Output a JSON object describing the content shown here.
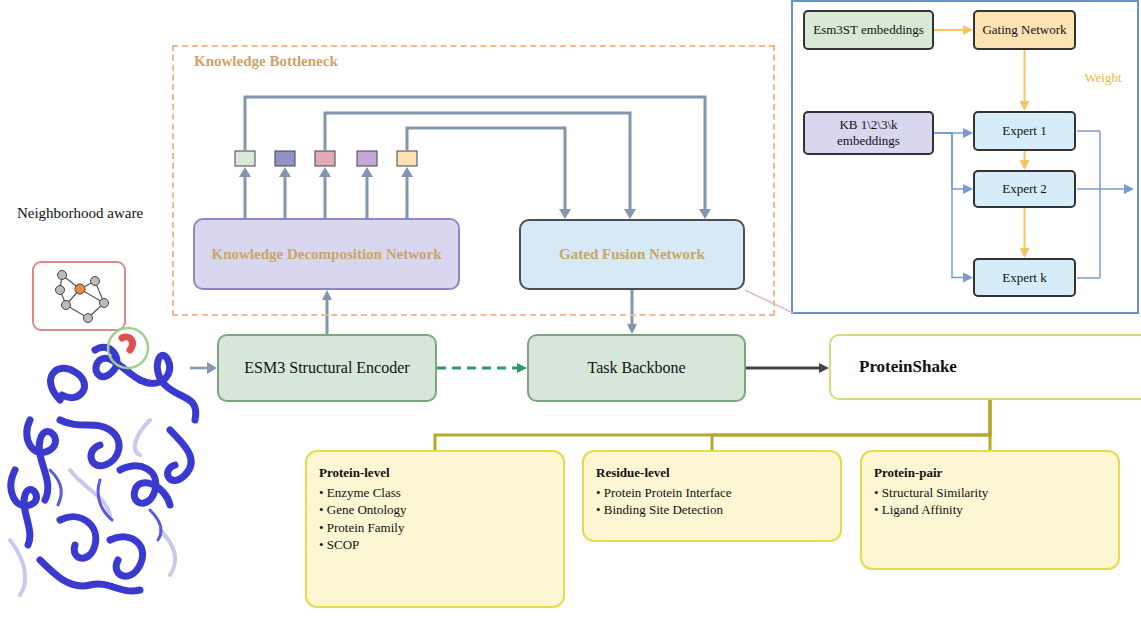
{
  "diagram": {
    "nodes": [
      {
        "text": [
          "Knowledge Bottleneck"
        ]
      },
      {
        "text": [
          "Knowledge Decomposition Network"
        ],
        "in": 0
      },
      {
        "text": [
          "Gated Fusion Network"
        ],
        "in": 0
      },
      {
        "text": [
          "Esm3ST embeddings"
        ]
      },
      {
        "text": [
          "Gating Network"
        ]
      },
      {
        "text": [
          "KB 1\\2\\3\\k embeddings"
        ]
      },
      {
        "text": [
          "Expert 1"
        ]
      },
      {
        "text": [
          "Expert 2"
        ]
      },
      {
        "text": [
          "Expert k"
        ]
      },
      {
        "text": [
          "ESM3 Structural Encoder"
        ]
      },
      {
        "text": [
          "Task Backbone"
        ]
      },
      {
        "text": [
          "ProteinShake"
        ]
      },
      {
        "text": [
          "Protein-level",
          "• Enzyme Class",
          "• Gene Ontology",
          "• Protein Family",
          "• SCOP"
        ]
      },
      {
        "text": [
          "Residue-level",
          "• Protein Protein Interface",
          "• Binding Site Detection"
        ]
      },
      {
        "text": [
          "Protein-pair",
          "• Structural Similarity",
          "• Ligand Affinity"
        ]
      }
    ],
    "edges": [
      {
        "from": 3,
        "to": 4,
        "arrow": "to"
      },
      {
        "from": 4,
        "to": 6,
        "arrow": "to"
      },
      {
        "from": 6,
        "to": 7,
        "arrow": "to"
      },
      {
        "from": 7,
        "to": 8,
        "arrow": "to"
      },
      {
        "from": 5,
        "to": 6,
        "arrow": "to"
      },
      {
        "from": 5,
        "to": 7,
        "arrow": "to"
      },
      {
        "from": 5,
        "to": 8,
        "arrow": "to"
      },
      {
        "from": 9,
        "to": 1,
        "arrow": "to"
      },
      {
        "from": 9,
        "to": 10,
        "arrow": "to"
      },
      {
        "from": 2,
        "to": 10,
        "arrow": "to"
      },
      {
        "from": 10,
        "to": 11,
        "arrow": "to"
      },
      {
        "from": 11,
        "to": 12,
        "arrow": "none"
      },
      {
        "from": 11,
        "to": 13,
        "arrow": "none"
      },
      {
        "from": 11,
        "to": 14,
        "arrow": "none"
      }
    ],
    "labels": [
      "Neighborhood aware",
      "Weight"
    ]
  }
}
